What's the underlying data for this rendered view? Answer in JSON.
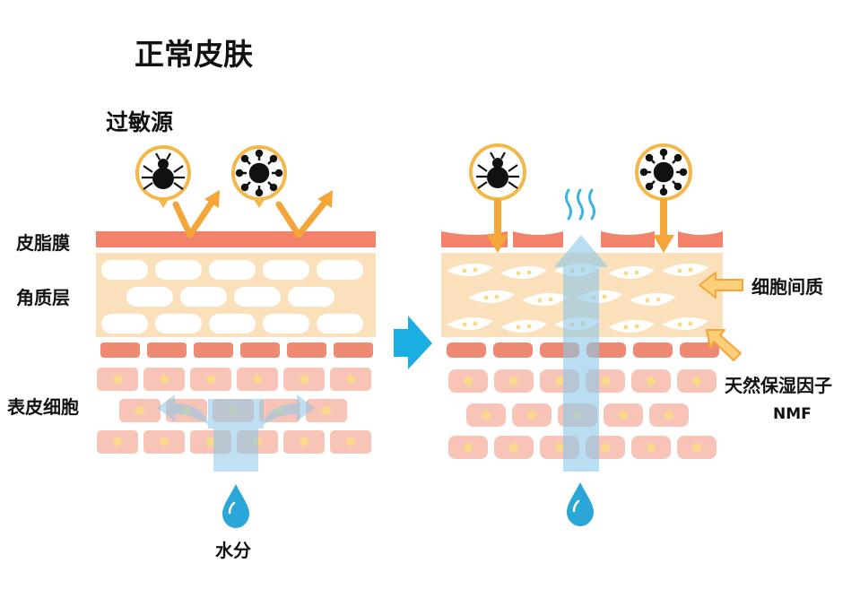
{
  "title": "正常皮肤",
  "labels": {
    "allergen": "过敏源",
    "sebum_film": "皮脂膜",
    "stratum_corneum": "角质层",
    "epidermal_cells": "表皮细胞",
    "intercellular": "细胞间质",
    "nmf": "天然保湿因子",
    "nmf_abbr": "NMF",
    "water": "水分"
  },
  "icons": [
    "dust-mite-icon",
    "virus-icon",
    "water-drop-icon",
    "arrow-right-icon",
    "wavy-steam-icon"
  ],
  "colors": {
    "sebum": "#f2826a",
    "corneum_bg": "#fbe0bc",
    "corneum_cell": "#ffffff",
    "epi_dark": "#ee8a72",
    "epi_light": "#f8c4b8",
    "nucleus": "#f9d98a",
    "arrow_orange": "#f4a63a",
    "icon_ring": "#f4b74a",
    "water_blue": "#5ab8e0",
    "arrow_cyan": "#1aaee3"
  }
}
